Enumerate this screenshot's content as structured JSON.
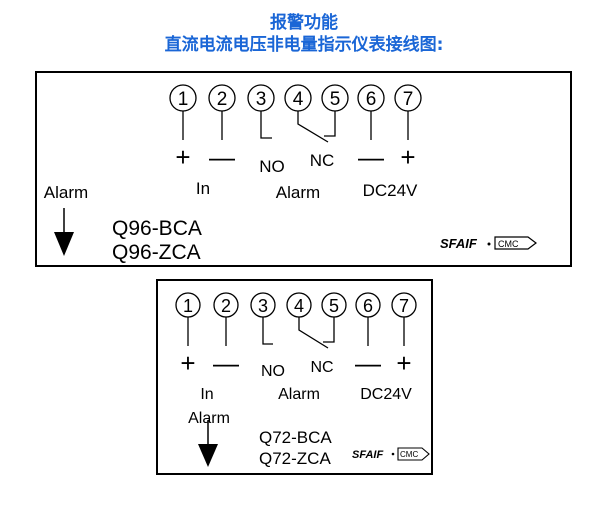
{
  "title_line1": "报警功能",
  "title_line2": "直流电流电压非电量指示仪表接线图:",
  "colors": {
    "title": "#1a66d6",
    "line": "#000000"
  },
  "terminal_numbers": [
    "1",
    "2",
    "3",
    "4",
    "5",
    "6",
    "7"
  ],
  "signs": {
    "plus": "+",
    "minus": "—"
  },
  "labels": {
    "no": "NO",
    "nc": "NC",
    "input": "In",
    "alarm": "Alarm",
    "dc": "DC24V",
    "alarm_side": "Alarm"
  },
  "panel1": {
    "model1": "Q96-BCA",
    "model2": "Q96-ZCA"
  },
  "panel2": {
    "model1": "Q72-BCA",
    "model2": "Q72-ZCA"
  },
  "logo": {
    "brand": "SFAIF",
    "mark": "CMC"
  }
}
